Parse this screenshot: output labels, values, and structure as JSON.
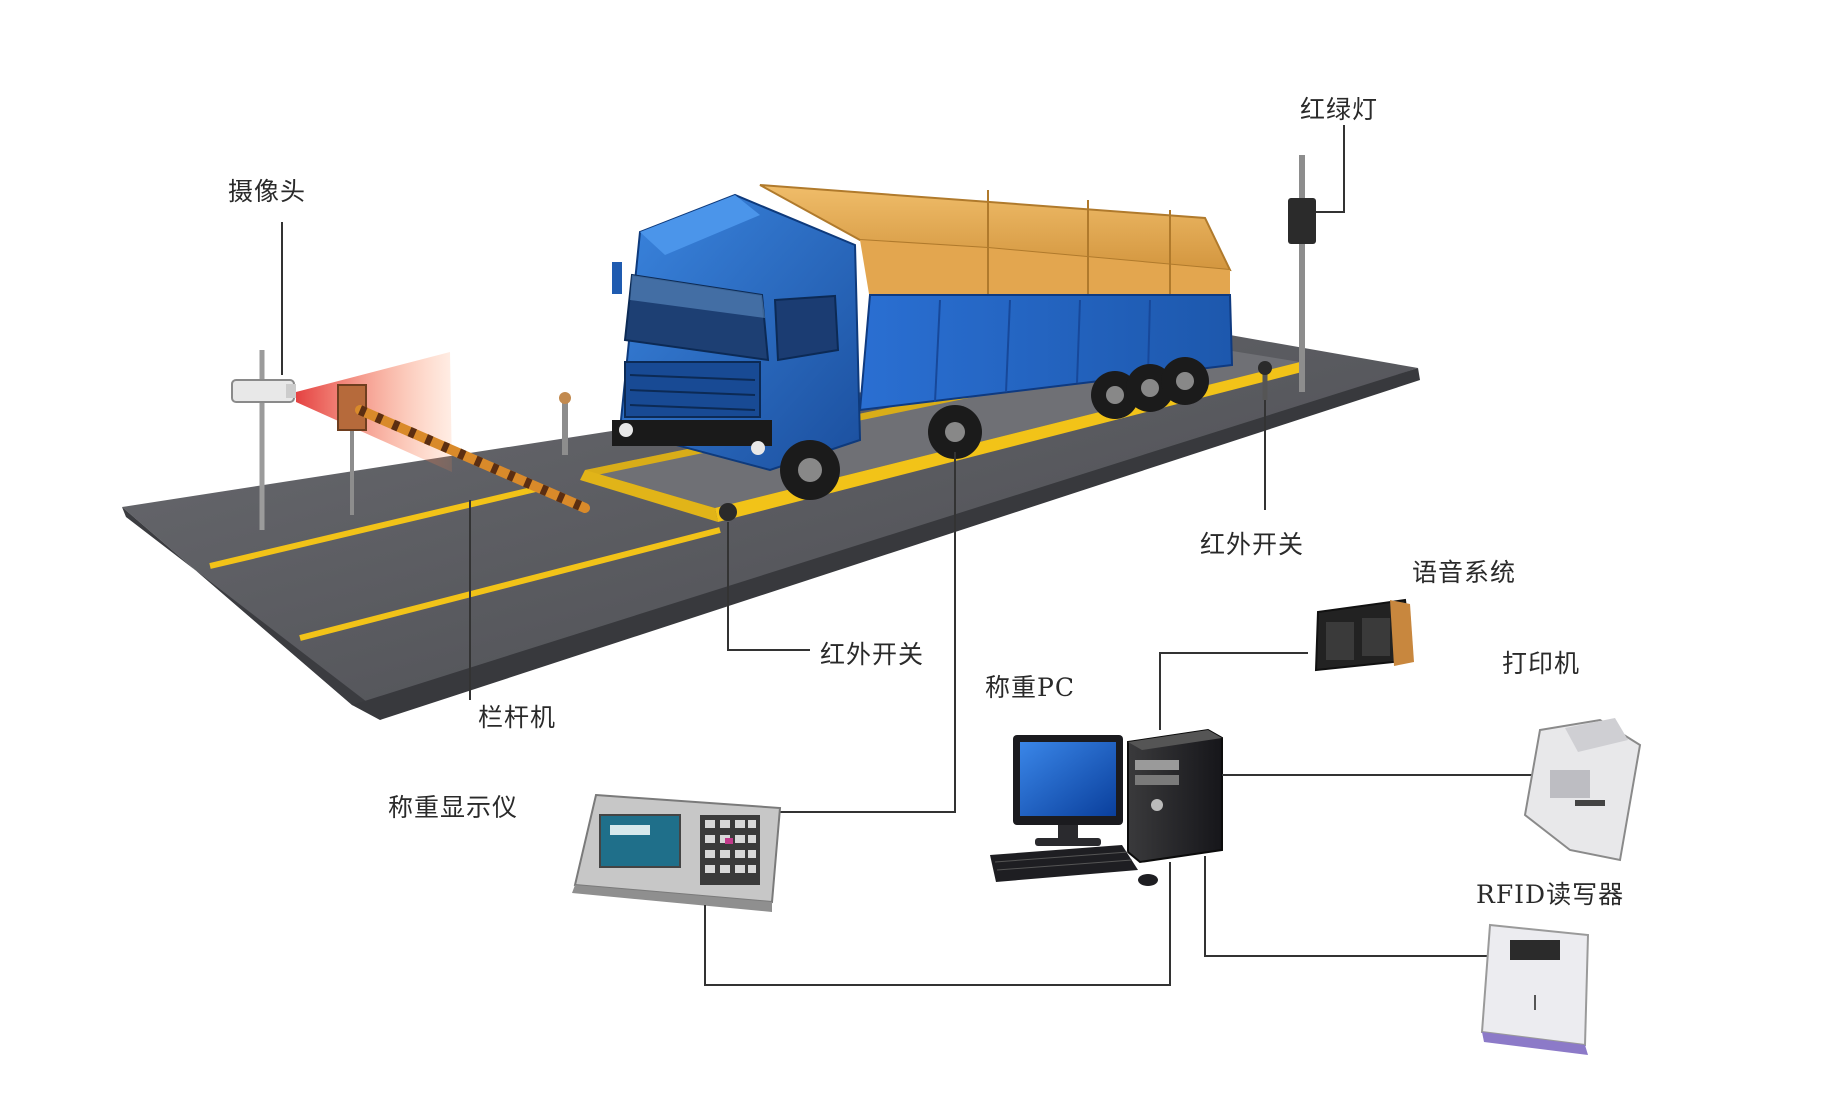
{
  "labels": {
    "camera": "摄像头",
    "traffic_light": "红绿灯",
    "ir_switch_right": "红外开关",
    "voice_system": "语音系统",
    "printer": "打印机",
    "ir_switch_left": "红外开关",
    "weighing_pc": "称重PC",
    "barrier_gate": "栏杆机",
    "weighing_display": "称重显示仪",
    "rfid_reader": "RFID读写器"
  },
  "colors": {
    "road": "#5c5d62",
    "lane_line": "#f2c318",
    "truck_cab": "#2c6fc8",
    "truck_cargo": "#e2a955",
    "truck_body": "#1f63c4",
    "wire": "#333333"
  }
}
